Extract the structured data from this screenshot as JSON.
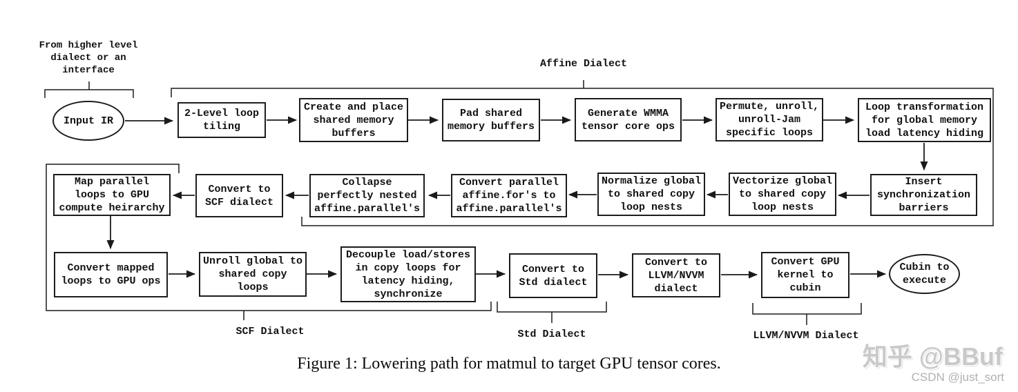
{
  "figure": {
    "source_annotation": "From higher level\ndialect or an\ninterface",
    "start_node": {
      "label": "Input IR"
    },
    "end_node": {
      "label": "Cubin to\nexecute"
    },
    "regions": {
      "affine": "Affine Dialect",
      "scf": "SCF Dialect",
      "std": "Std Dialect",
      "llvm": "LLVM/NVVM Dialect"
    },
    "steps": [
      {
        "id": "two-level-loop-tiling",
        "label": "2-Level loop\ntiling"
      },
      {
        "id": "create-shared-buffers",
        "label": "Create and place\nshared memory\nbuffers"
      },
      {
        "id": "pad-shared-buffers",
        "label": "Pad shared\nmemory buffers"
      },
      {
        "id": "generate-wmma-ops",
        "label": "Generate WMMA\ntensor core ops"
      },
      {
        "id": "permute-unroll-jam",
        "label": "Permute, unroll,\nunroll-Jam\nspecific loops"
      },
      {
        "id": "loop-transform-latency",
        "label": "Loop transformation\nfor global memory\nload latency hiding"
      },
      {
        "id": "insert-sync-barriers",
        "label": "Insert\nsynchronization\nbarriers"
      },
      {
        "id": "vectorize-copy-nests",
        "label": "Vectorize global\nto shared copy\nloop nests"
      },
      {
        "id": "normalize-copy-nests",
        "label": "Normalize global\nto shared copy\nloop nests"
      },
      {
        "id": "convert-affine-parallel",
        "label": "Convert parallel\naffine.for's to\naffine.parallel's"
      },
      {
        "id": "collapse-affine-parallel",
        "label": "Collapse\nperfectly nested\naffine.parallel's"
      },
      {
        "id": "convert-to-scf",
        "label": "Convert to\nSCF dialect"
      },
      {
        "id": "map-parallel-to-gpu",
        "label": "Map parallel\nloops to GPU\ncompute heirarchy"
      },
      {
        "id": "convert-mapped-gpu-ops",
        "label": "Convert mapped\nloops to GPU ops"
      },
      {
        "id": "unroll-copy-loops",
        "label": "Unroll global to\nshared copy\nloops"
      },
      {
        "id": "decouple-load-stores",
        "label": "Decouple load/stores\nin copy loops for\nlatency hiding,\nsynchronize"
      },
      {
        "id": "convert-to-std",
        "label": "Convert to\nStd dialect"
      },
      {
        "id": "convert-to-llvm-nvvm",
        "label": "Convert to\nLLVM/NVVM\ndialect"
      },
      {
        "id": "convert-kernel-to-cubin",
        "label": "Convert GPU\nkernel to\ncubin"
      }
    ],
    "caption": "Figure 1: Lowering path for matmul to target GPU tensor cores.",
    "watermark_primary": "知乎 @BBuf",
    "watermark_secondary": "CSDN @just_sort",
    "colors": {
      "line": "#1a1a1a",
      "text": "#111111",
      "watermark": "#c9c9c9"
    }
  }
}
